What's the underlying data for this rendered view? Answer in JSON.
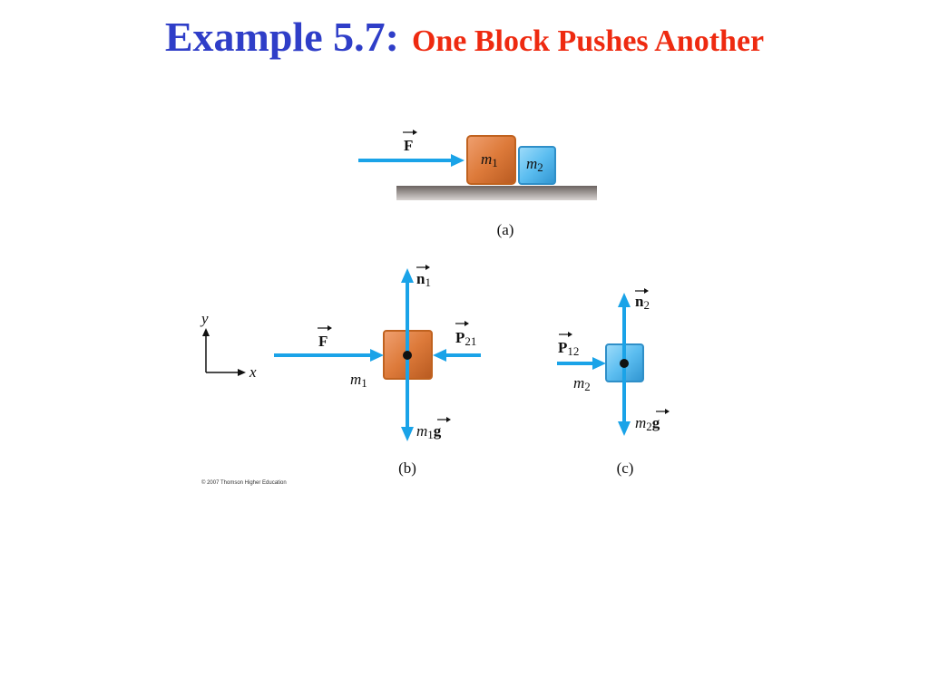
{
  "title": {
    "main": "Example 5.7:",
    "sub": "One Block Pushes Another"
  },
  "colors": {
    "title_main": "#2f3ec8",
    "title_sub": "#ee2a10",
    "arrow": "#1aa3e8",
    "block1": "#dd7a3a",
    "block2": "#5bbdf0"
  },
  "panel_a": {
    "force": {
      "sym": "F"
    },
    "block1": {
      "sym": "m",
      "sub": "1"
    },
    "block2": {
      "sym": "m",
      "sub": "2"
    },
    "caption": "(a)"
  },
  "panel_b": {
    "axis_y": "y",
    "axis_x": "x",
    "normal": {
      "sym": "n",
      "sub": "1"
    },
    "force": {
      "sym": "F"
    },
    "push": {
      "sym": "P",
      "sub": "21"
    },
    "mass": {
      "sym": "m",
      "sub": "1"
    },
    "weight": {
      "m": "m",
      "sub": "1",
      "g": "g"
    },
    "caption": "(b)"
  },
  "panel_c": {
    "normal": {
      "sym": "n",
      "sub": "2"
    },
    "push": {
      "sym": "P",
      "sub": "12"
    },
    "mass": {
      "sym": "m",
      "sub": "2"
    },
    "weight": {
      "m": "m",
      "sub": "2",
      "g": "g"
    },
    "caption": "(c)"
  },
  "copyright": "© 2007 Thomson Higher Education"
}
